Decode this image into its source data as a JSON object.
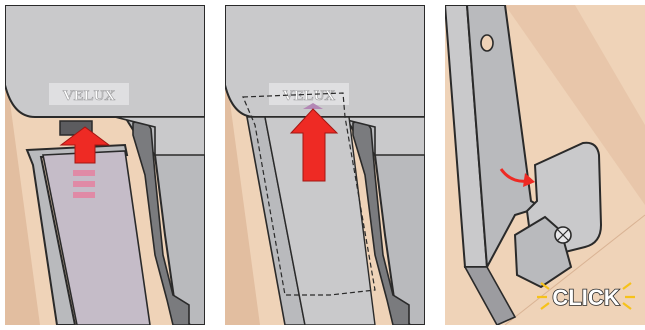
{
  "panels": [
    {
      "brand_label": "VELUX"
    },
    {
      "brand_label": "VELUX"
    },
    {
      "callout_label": "CLICK"
    }
  ],
  "colors": {
    "wall": "#efd3b8",
    "wall_shadow": "#e2bea0",
    "panel_gray": "#c9c9cb",
    "rail_gray": "#b9babd",
    "dark_gray": "#7a7b7e",
    "outline": "#2a2a2a",
    "arrow_red": "#ee2a24",
    "arrow_pink": "#e08aa6",
    "spark_yellow": "#f6c21a",
    "logo_bg": "#ffffff"
  },
  "icons": [
    "red-up-arrow-icon",
    "dashed-pink-arrow-icon",
    "curved-red-arrow-icon",
    "click-burst-icon"
  ]
}
